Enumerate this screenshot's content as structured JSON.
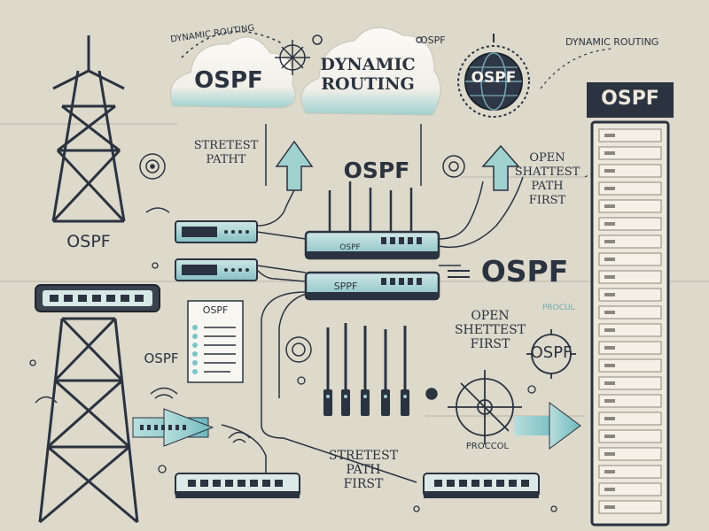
{
  "labels": {
    "dynamic_routing_arc": "DYNAMIC ROUTING",
    "cloud_left": "OSPF",
    "cloud_mid_1": "DYNAMIC",
    "cloud_mid_2": "ROUTING",
    "ospf_top_small": "OSPF",
    "globe_ospf": "OSPF",
    "dynamic_routing_right": "DYNAMIC ROUTING",
    "server_header": "OSPF",
    "streetest_1": "STRETEST",
    "streetest_2": "PATHT",
    "ospf_center": "OSPF",
    "open_shortest_1": "OPEN",
    "open_shortest_2": "SHATTEST",
    "open_shortest_3": "PATH",
    "open_shortest_4": "FIRST",
    "tower_ospf": "OSPF",
    "router_top_label": "OSPF",
    "router_bottom_label": "SPPF",
    "ospf_big_right": "OSPF",
    "open_lower_1": "OPEN",
    "open_lower_2": "SHETTEST",
    "open_lower_3": "FIRST",
    "procol_small": "PROCUL",
    "doc_ospf": "OSPF",
    "ospf_left_mid": "OSPF",
    "ospf_circle_right": "OSPF",
    "proccol": "PROCCOL",
    "bottom_1": "STRETEST",
    "bottom_2": "PATH",
    "bottom_3": "FIRST"
  },
  "colors": {
    "background": "#ddd9cb",
    "dark": "#2b3340",
    "teal": "#7cc3c8",
    "teal_light": "#a8d7d6",
    "cloud": "#f4f3ee",
    "server": "#ece7db"
  },
  "icons": {
    "tower": "transmission-tower-icon",
    "cloud": "cloud-icon",
    "globe": "globe-icon",
    "server_rack": "server-rack-icon",
    "router": "router-icon",
    "switch": "network-switch-icon",
    "antenna": "antenna-icon",
    "wifi": "wifi-icon",
    "target": "target-icon",
    "arrow": "arrow-icon",
    "document": "document-icon",
    "compass": "compass-icon"
  }
}
